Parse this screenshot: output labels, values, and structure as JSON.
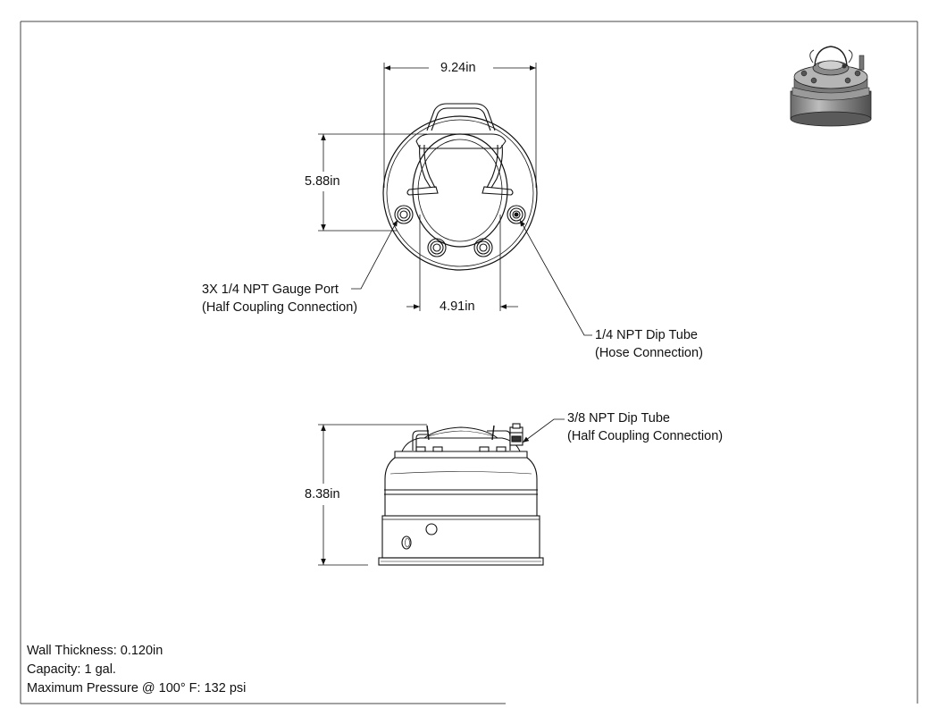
{
  "dimensions": {
    "top_width": "9.24in",
    "handle_depth": "5.88in",
    "port_spacing": "4.91in",
    "height": "8.38in"
  },
  "callouts": {
    "gauge_port": [
      "3X 1/4 NPT Gauge Port",
      "(Half Coupling Connection)"
    ],
    "dip_tube_hose": [
      "1/4 NPT Dip Tube",
      "(Hose Connection)"
    ],
    "dip_tube_half": [
      "3/8 NPT Dip Tube",
      "(Half Coupling Connection)"
    ]
  },
  "specs": {
    "wall_thickness": "Wall Thickness: 0.120in",
    "capacity": "Capacity: 1 gal.",
    "max_pressure": "Maximum Pressure @ 100° F: 132 psi"
  }
}
